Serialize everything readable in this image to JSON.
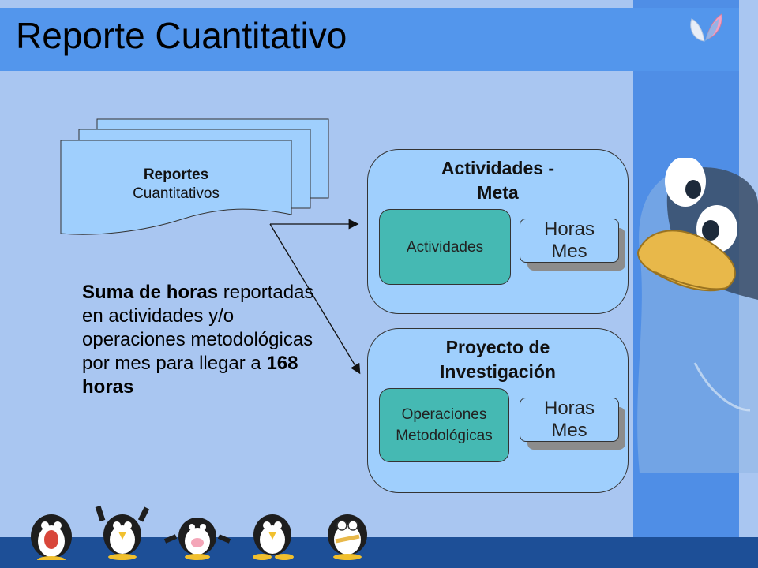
{
  "title": "Reporte Cuantitativo",
  "document": {
    "line1": "Reportes",
    "line2": "Cuantitativos"
  },
  "summary": {
    "bold_start": "Suma de horas",
    "middle": " reportadas en actividades y/o operaciones metodológicas por mes para llegar a ",
    "bold_number": "168",
    "space": " ",
    "bold_end": "horas"
  },
  "panels": [
    {
      "title": "Actividades - Meta",
      "box_label": "Actividades",
      "hours_line1": "Horas",
      "hours_line2": "Mes"
    },
    {
      "title": "Proyecto de Investigación",
      "box_label": "Operaciones Metodológicas",
      "hours_line1": "Horas",
      "hours_line2": "Mes"
    }
  ],
  "colors": {
    "background": "#a9c6f1",
    "title_band": "#5396ec",
    "right_stripe": "#4f8ee6",
    "bottom_band": "#1d4f97",
    "box_fill": "#9fcffd",
    "teal": "#45b9b3"
  }
}
